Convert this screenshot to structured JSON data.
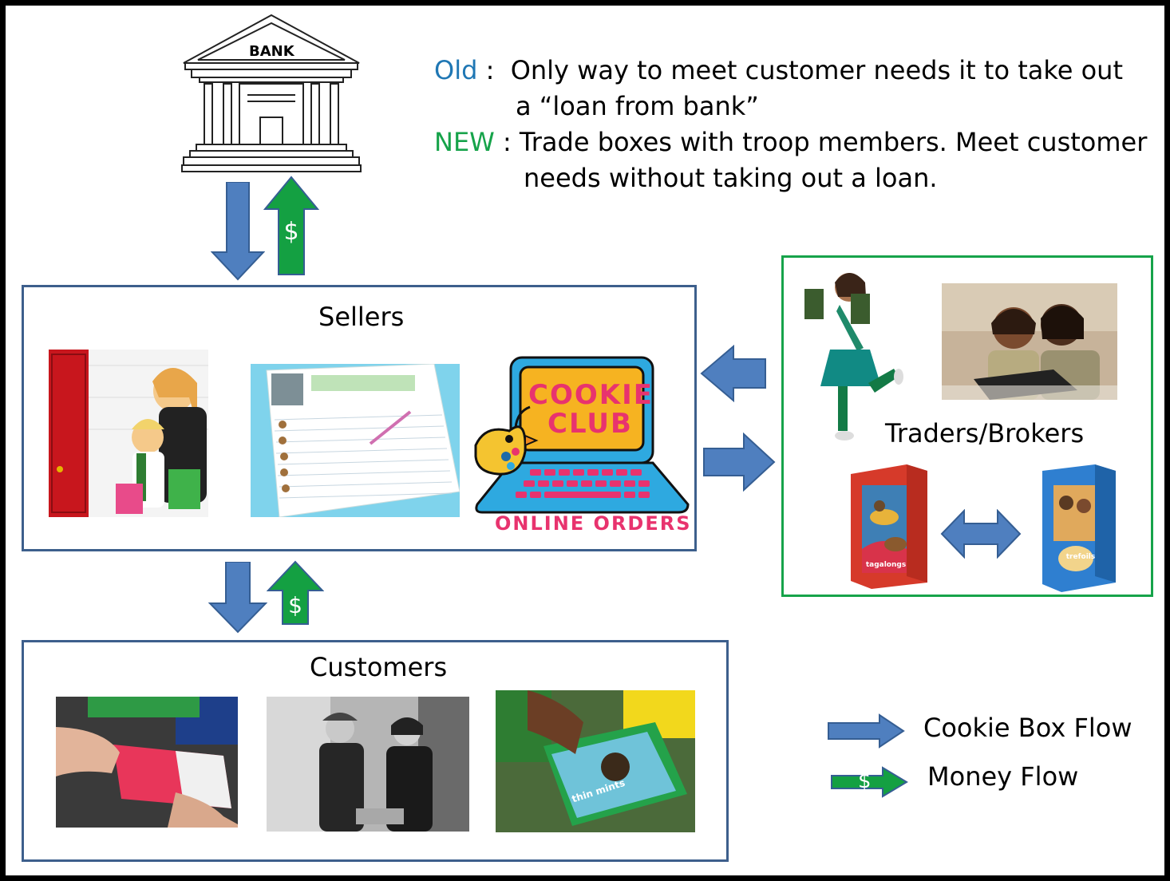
{
  "bank": {
    "label": "BANK"
  },
  "explanation": {
    "old_label": "Old",
    "old_sep": " :  ",
    "old_line1": "Only way to meet customer needs it to take out",
    "old_line2": "a “loan from bank”",
    "new_label": "NEW",
    "new_sep": " : ",
    "new_line1": "Trade boxes with troop members.  Meet customer",
    "new_line2": "needs without taking out a loan."
  },
  "sellers": {
    "title": "Sellers",
    "cookie_club_line1": "COOKIE",
    "cookie_club_line2": "CLUB",
    "online_orders": "ONLINE ORDERS"
  },
  "traders": {
    "title": "Traders/Brokers",
    "box1_label": "tagalongs",
    "box2_label": "trefoils"
  },
  "customers": {
    "title": "Customers",
    "box_label": "thin mints"
  },
  "legend": {
    "cookie_flow": "Cookie Box Flow",
    "money_flow": "Money Flow",
    "money_symbol": "$"
  },
  "colors": {
    "old": "#1f77b4",
    "new": "#16a34a",
    "cookie_arrow": "#4f7fbf",
    "money_arrow": "#14a042",
    "box_border": "#3d5f8c",
    "trader_border": "#16a34a"
  }
}
